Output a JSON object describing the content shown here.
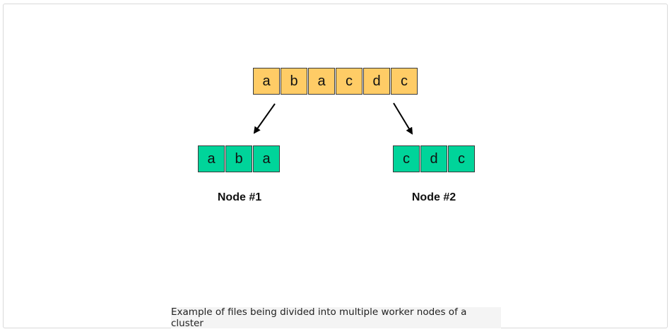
{
  "diagram": {
    "source_cells": [
      "a",
      "b",
      "a",
      "c",
      "d",
      "c"
    ],
    "nodes": [
      {
        "label": "Node #1",
        "cells": [
          "a",
          "b",
          "a"
        ]
      },
      {
        "label": "Node #2",
        "cells": [
          "c",
          "d",
          "c"
        ]
      }
    ],
    "colors": {
      "source_fill": "#ffcc66",
      "node_fill": "#00d49a",
      "arrow": "#000000"
    }
  },
  "caption": "Example of files being divided into multiple worker nodes of a cluster"
}
